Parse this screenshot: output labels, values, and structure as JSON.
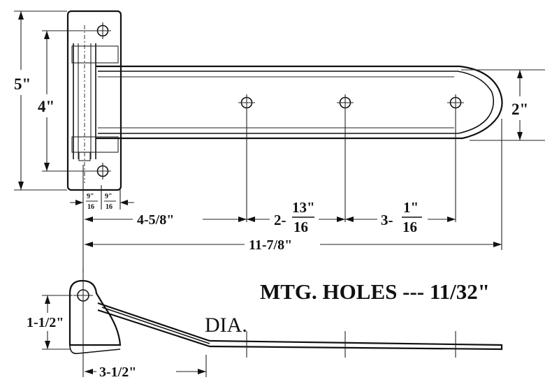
{
  "top_view": {
    "overall_height": "5\"",
    "hole_spacing": "4\"",
    "strap_width": "2\"",
    "leaf_offset_a": {
      "num": "9\"",
      "den": "16"
    },
    "leaf_offset_b": {
      "num": "9\"",
      "den": "16"
    },
    "first_hole": "4-5/8\"",
    "second_spacing": {
      "whole": "2-",
      "num": "13\"",
      "den": "16"
    },
    "third_spacing": {
      "whole": "3-",
      "num": "1\"",
      "den": "16"
    },
    "overall_length": "11-7/8\""
  },
  "side_view": {
    "height": "1-1/2\"",
    "offset_length": "3-1/2\""
  },
  "note": {
    "mounting_holes": "MTG. HOLES --- 11/32\"",
    "dia": "DIA."
  }
}
